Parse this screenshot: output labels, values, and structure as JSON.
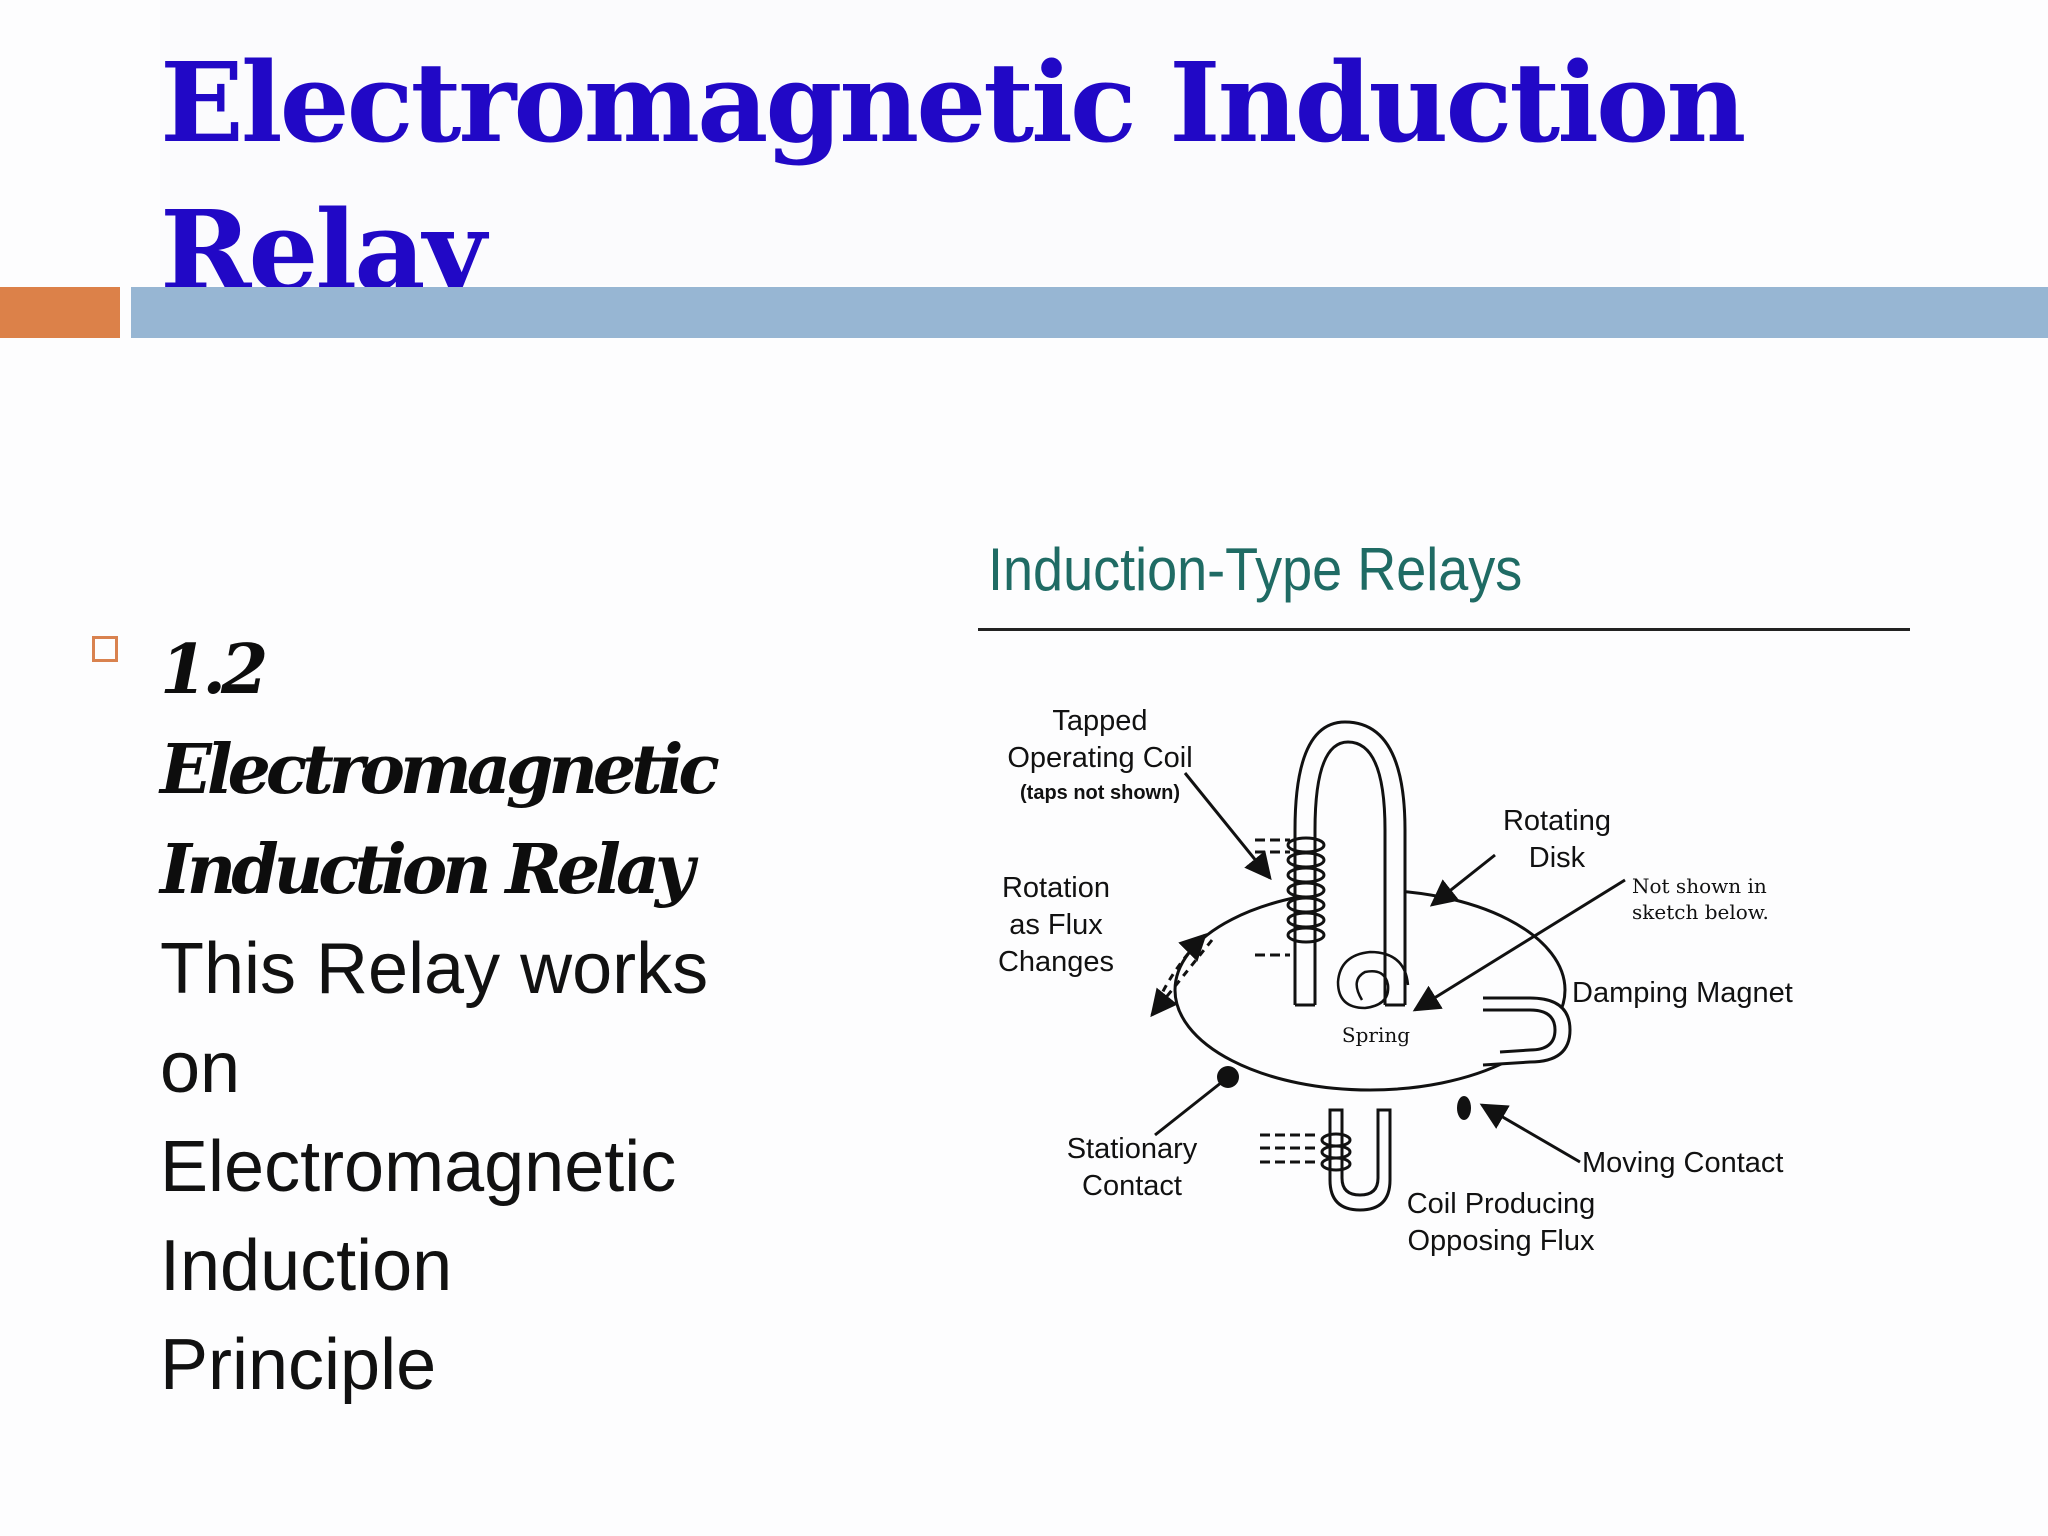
{
  "slide": {
    "title_line1": "Electromagnetic Induction",
    "title_line2": "Relay",
    "bullet": {
      "heading_lines": [
        "1.2",
        "Electromagnetic",
        "Induction Relay"
      ],
      "text_lines": [
        "This Relay works",
        "on",
        "Electromagnetic",
        "Induction",
        "Principle"
      ]
    }
  },
  "figure": {
    "title": "Induction-Type Relays",
    "labels": {
      "tapped_1": "Tapped",
      "tapped_2": "Operating Coil",
      "tapped_3": "(taps not shown)",
      "rotating_1": "Rotating",
      "rotating_2": "Disk",
      "notshown_1": "Not shown in",
      "notshown_2": "sketch below.",
      "rotation_1": "Rotation",
      "rotation_2": "as Flux",
      "rotation_3": "Changes",
      "damping": "Damping Magnet",
      "spring": "Spring",
      "stationary_1": "Stationary",
      "stationary_2": "Contact",
      "moving": "Moving Contact",
      "coil_1": "Coil Producing",
      "coil_2": "Opposing Flux"
    }
  },
  "colors": {
    "title": "#2108c6",
    "accent_orange": "#dc8149",
    "accent_blue": "#97b6d3",
    "figure_title": "#1f6b64"
  }
}
